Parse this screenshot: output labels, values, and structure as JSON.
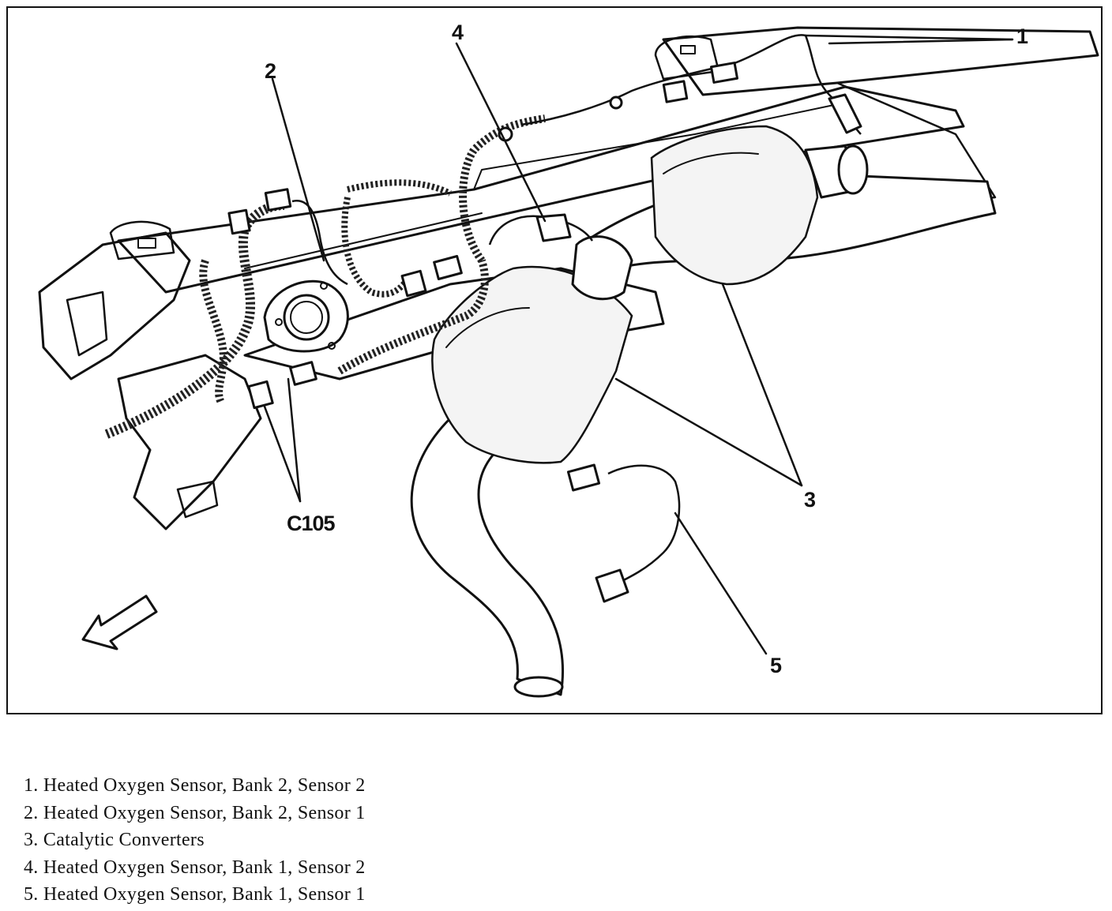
{
  "diagram": {
    "callouts": {
      "c1": "1",
      "c2": "2",
      "c3": "3",
      "c4": "4",
      "c5": "5",
      "connector": "C105"
    }
  },
  "legend": {
    "items": [
      "1. Heated Oxygen Sensor, Bank 2, Sensor 2",
      "2. Heated Oxygen Sensor, Bank 2, Sensor 1",
      "3. Catalytic Converters",
      "4. Heated Oxygen Sensor, Bank 1, Sensor 2",
      "5. Heated Oxygen Sensor, Bank 1, Sensor 1"
    ]
  }
}
